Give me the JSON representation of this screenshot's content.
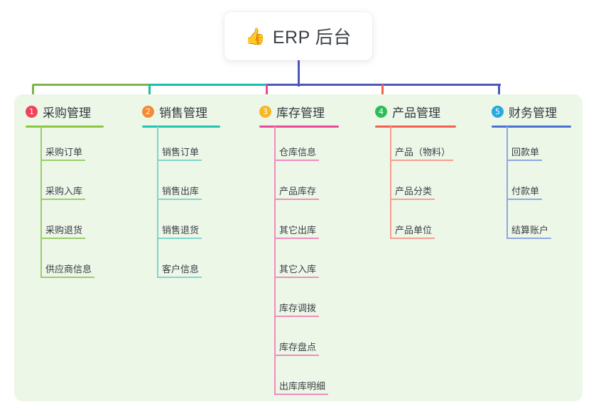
{
  "root": {
    "icon": "thumbs-up-icon",
    "emoji": "👍",
    "title": "ERP 后台"
  },
  "palette": {
    "panel_bg": "#edf7e8",
    "page_bg": "#ffffff",
    "trunk": "#4a57bf",
    "text": "#3a3e45"
  },
  "branches": [
    {
      "number": "1",
      "label": "采购管理",
      "badge_color": "#f2415a",
      "line_color": "#8cc63f",
      "leaf_color": "#9ccc6a",
      "connector_color": "#7ab648",
      "items": [
        {
          "label": "采购订单"
        },
        {
          "label": "采购入库"
        },
        {
          "label": "采购退货"
        },
        {
          "label": "供应商信息"
        }
      ]
    },
    {
      "number": "2",
      "label": "销售管理",
      "badge_color": "#f58a33",
      "line_color": "#21c4b0",
      "leaf_color": "#7fd6cb",
      "connector_color": "#16bfa8",
      "items": [
        {
          "label": "销售订单"
        },
        {
          "label": "销售出库"
        },
        {
          "label": "销售退货"
        },
        {
          "label": "客户信息"
        }
      ]
    },
    {
      "number": "3",
      "label": "库存管理",
      "badge_color": "#f5b723",
      "line_color": "#ec4899",
      "leaf_color": "#f08cbe",
      "connector_color": "#ec4899",
      "items": [
        {
          "label": "仓库信息"
        },
        {
          "label": "产品库存"
        },
        {
          "label": "其它出库"
        },
        {
          "label": "其它入库"
        },
        {
          "label": "库存调拨"
        },
        {
          "label": "库存盘点"
        },
        {
          "label": "出库库明细"
        }
      ]
    },
    {
      "number": "4",
      "label": "产品管理",
      "badge_color": "#2ebd59",
      "line_color": "#f4604f",
      "leaf_color": "#f79e92",
      "connector_color": "#f4604f",
      "items": [
        {
          "label": "产品（物料）"
        },
        {
          "label": "产品分类"
        },
        {
          "label": "产品单位"
        }
      ]
    },
    {
      "number": "5",
      "label": "财务管理",
      "badge_color": "#29a8e0",
      "line_color": "#4a6fd4",
      "leaf_color": "#8fa6e0",
      "connector_color": "#4a57bf",
      "items": [
        {
          "label": "回款单"
        },
        {
          "label": "付款单"
        },
        {
          "label": "结算账户"
        }
      ]
    }
  ]
}
